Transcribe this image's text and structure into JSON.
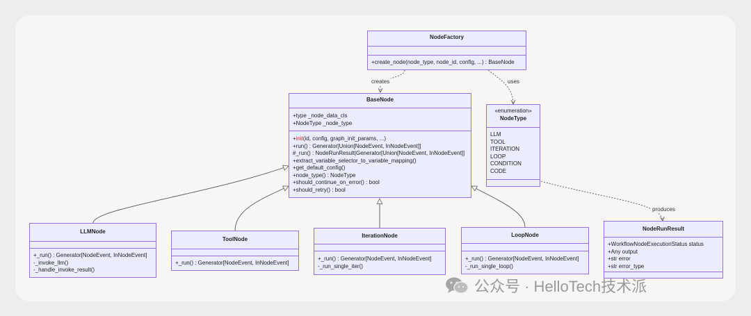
{
  "classes": {
    "node_factory": {
      "name": "NodeFactory",
      "attributes": [],
      "methods": [
        "+create_node(node_type, node_id, config, ...) : BaseNode"
      ]
    },
    "base_node": {
      "name": "BaseNode",
      "attributes": [
        "+type _node_data_cls",
        "+NodeType _node_type"
      ],
      "init_prefix": "+",
      "init_name": "init",
      "init_suffix": "(id, config, graph_init_params, ...)",
      "methods": [
        "+run() : Generator[Union[NodeEvent, InNodeEvent]]",
        "#_run() : NodeRunResult|Generator[Union[NodeEvent, InNodeEvent]]",
        "+extract_variable_selector_to_variable_mapping()",
        "+get_default_config()",
        "+node_type() : NodeType",
        "+should_continue_on_error() : bool",
        "+should_retry() : bool"
      ]
    },
    "node_type": {
      "stereotype": "«enumeration»",
      "name": "NodeType",
      "values": [
        "LLM",
        "TOOL",
        "ITERATION",
        "LOOP",
        "CONDITION",
        "CODE"
      ]
    },
    "llm_node": {
      "name": "LLMNode",
      "methods": [
        "+_run() : Generator[NodeEvent, InNodeEvent]",
        "-_invoke_llm()",
        "-_handle_invoke_result()"
      ]
    },
    "tool_node": {
      "name": "ToolNode",
      "methods": [
        "+_run() : Generator[NodeEvent, InNodeEvent]"
      ]
    },
    "iteration_node": {
      "name": "IterationNode",
      "methods": [
        "+_run() : Generator[NodeEvent, InNodeEvent]",
        "-_run_single_iter()"
      ]
    },
    "loop_node": {
      "name": "LoopNode",
      "methods": [
        "+_run() : Generator[NodeEvent, InNodeEvent]",
        "-_run_single_loop()"
      ]
    },
    "node_run_result": {
      "name": "NodeRunResult",
      "attributes": [
        "+WorkflowNodeExecutionStatus status",
        "+Any output",
        "+str error",
        "+str error_type"
      ]
    }
  },
  "relations": {
    "creates": "creates",
    "uses": "uses",
    "produces": "produces"
  },
  "watermark": {
    "text": "公众号 · HelloTech技术派",
    "icon": "wechat-icon"
  },
  "colors": {
    "box_fill": "#ececff",
    "box_border": "#9370db",
    "line": "#555555",
    "background": "#f7f6f4"
  }
}
